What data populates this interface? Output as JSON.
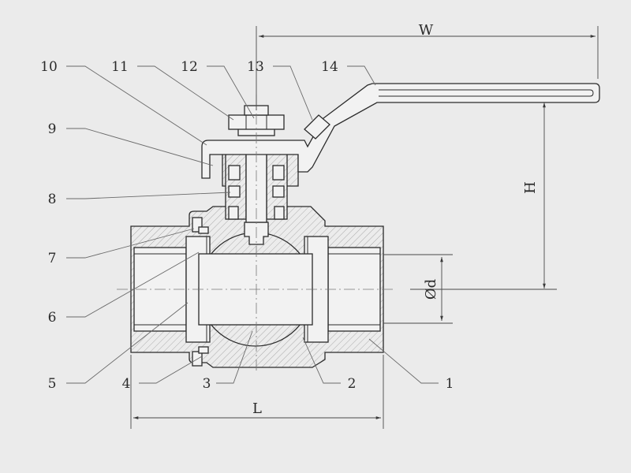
{
  "drawing": {
    "part_numbers": [
      "10",
      "11",
      "12",
      "13",
      "14",
      "9",
      "8",
      "7",
      "6",
      "5",
      "4",
      "3",
      "2",
      "1"
    ],
    "dimensions": {
      "width": "W",
      "height": "H",
      "length": "L",
      "bore": "Ød"
    }
  }
}
